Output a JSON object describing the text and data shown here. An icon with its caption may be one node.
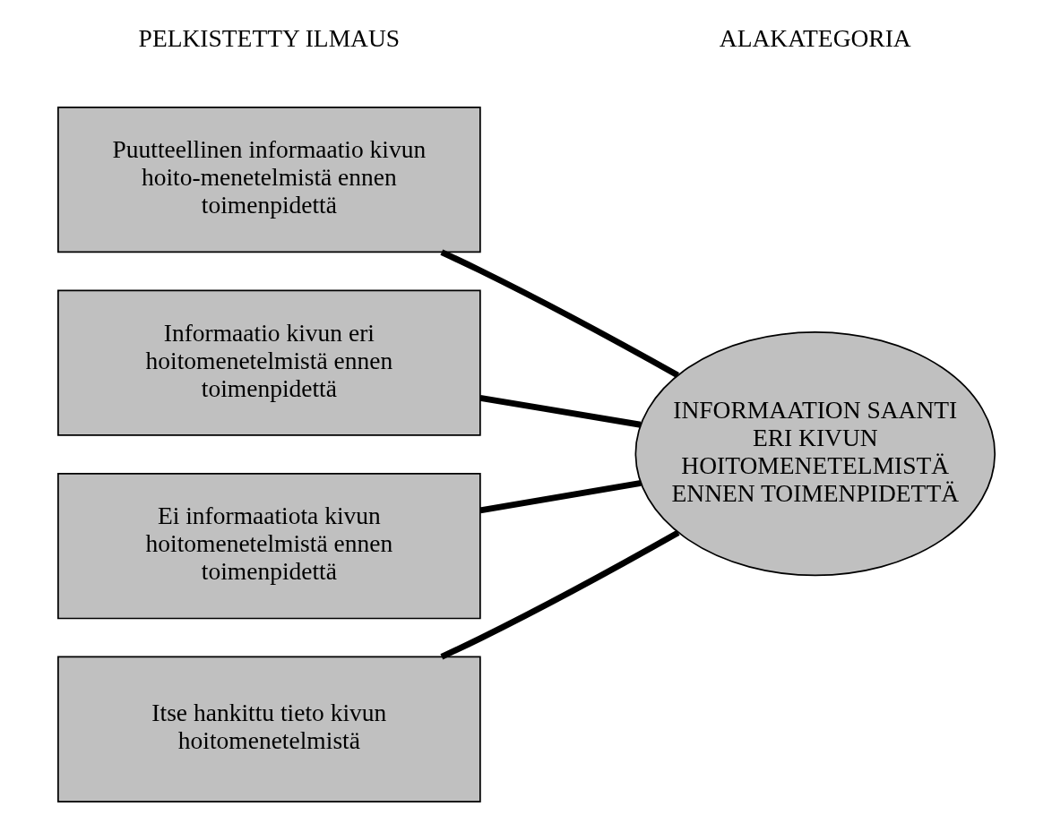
{
  "diagram": {
    "nodes": [
      {
        "text": [
          "Puutteellinen informaatio kivun hoito-menetelmistä ennen toimenpidettä"
        ]
      },
      {
        "text": [
          "Informaatio kivun eri hoitomenetelmistä ennen toimenpidettä"
        ]
      },
      {
        "text": [
          "Ei informaatiota kivun hoitomenetelmistä ennen toimenpidettä"
        ]
      },
      {
        "text": [
          "Itse hankittu tieto kivun hoitomenetelmistä"
        ]
      },
      {
        "text": [
          "INFORMAATION SAANTI ERI KIVUN HOITOMENETELMISTÄ ENNEN TOIMENPIDETTÄ"
        ]
      }
    ],
    "edges": [
      {
        "from": 0,
        "to": 4,
        "arrow": "none"
      },
      {
        "from": 1,
        "to": 4,
        "arrow": "none"
      },
      {
        "from": 2,
        "to": 4,
        "arrow": "none"
      },
      {
        "from": 3,
        "to": 4,
        "arrow": "none"
      }
    ],
    "labels": [
      "PELKISTETTY ILMAUS",
      "ALAKATEGORIA"
    ]
  }
}
